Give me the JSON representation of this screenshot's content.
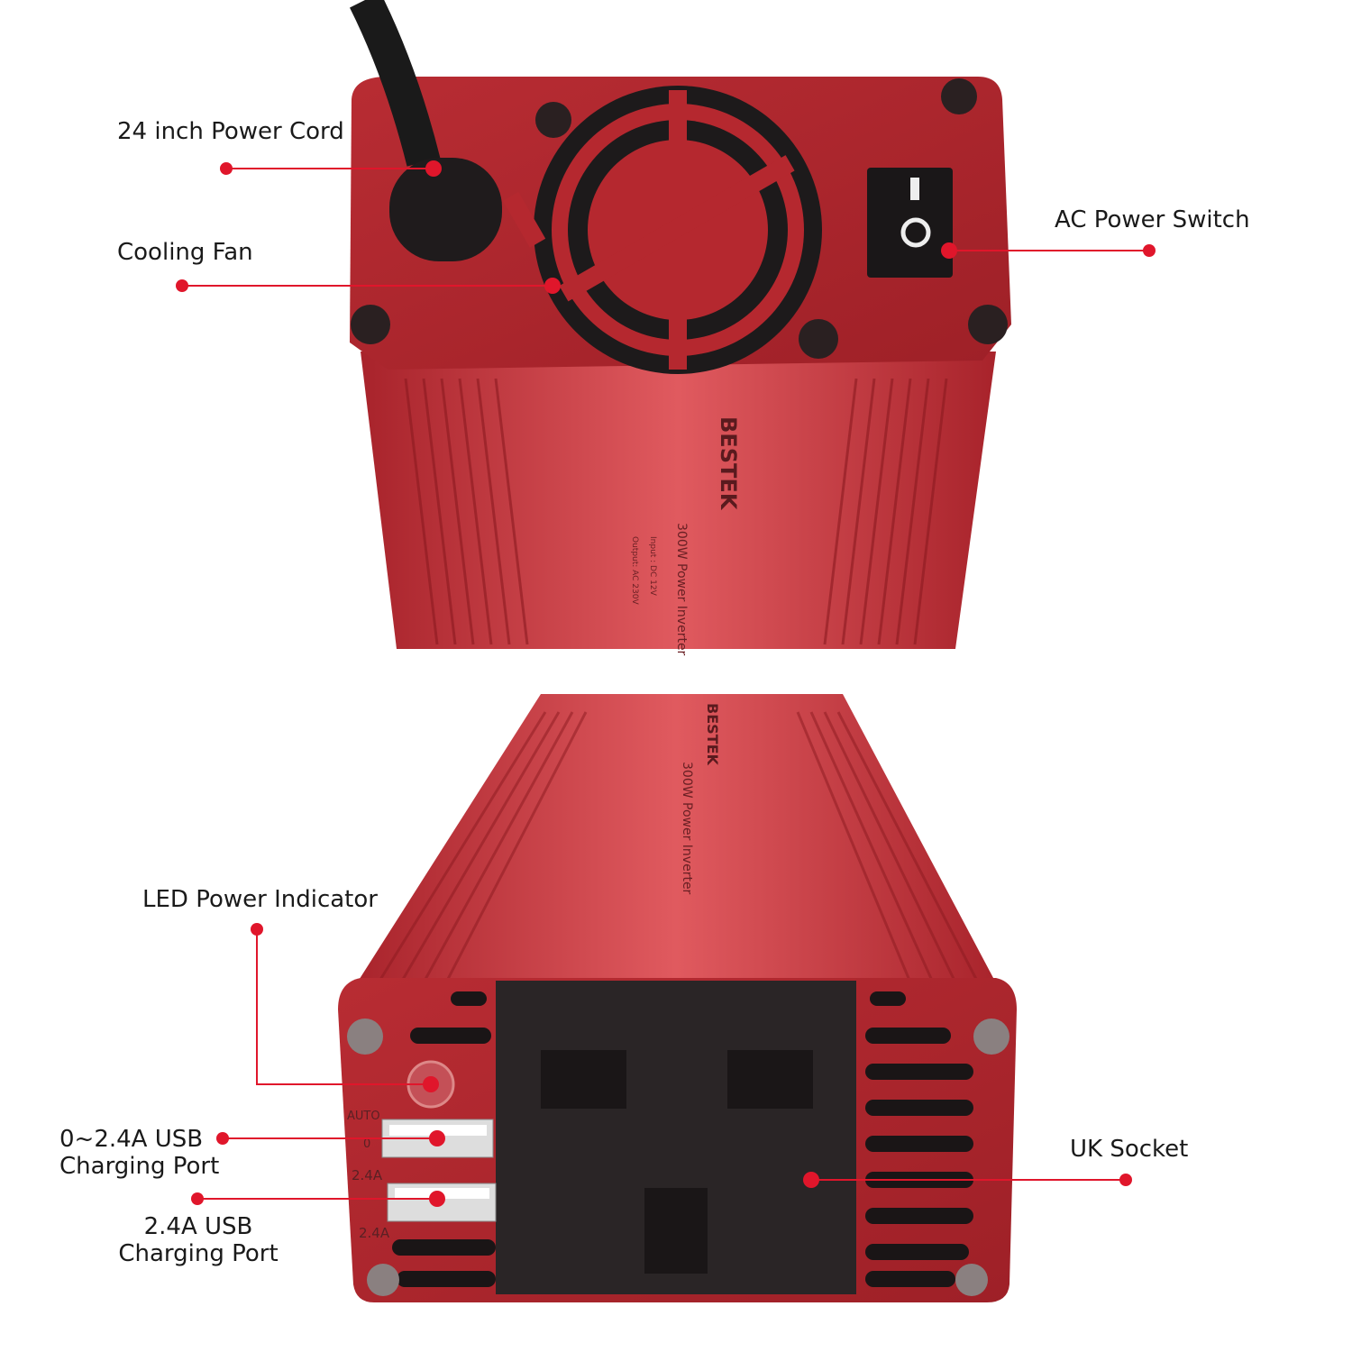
{
  "callouts": {
    "power_cord": "24 inch Power Cord",
    "cooling_fan": "Cooling Fan",
    "ac_switch": "AC Power Switch",
    "led_indicator": "LED Power Indicator",
    "usb_auto_line1": "0~2.4A USB",
    "usb_auto_line2": "Charging Port",
    "usb_fixed_line1": "2.4A USB",
    "usb_fixed_line2": "Charging Port",
    "uk_socket": "UK Socket"
  },
  "device_print": {
    "brand": "BESTEK",
    "model": "300W Power Inverter",
    "input": "Input : DC 12V",
    "output": "Output: AC 230V",
    "usb_auto": "AUTO",
    "usb_auto_range_low": "0",
    "usb_auto_range_high": "2.4A",
    "usb_fixed": "2.4A"
  },
  "colors": {
    "accent": "#e0162b",
    "body": "#c8323a",
    "face": "#b5282f",
    "socket": "#2a2526"
  }
}
